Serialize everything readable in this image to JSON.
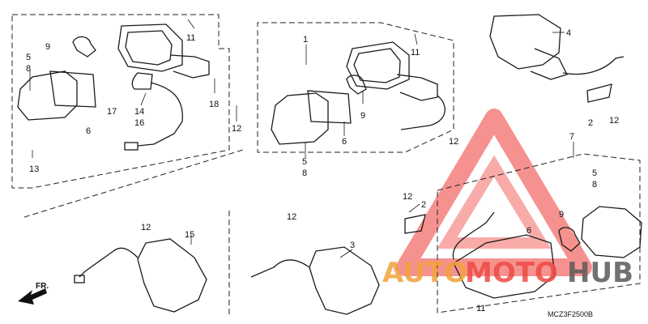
{
  "labels": {
    "p1": "1",
    "p2": "2",
    "p3": "3",
    "p4": "4",
    "p5": "5",
    "p6": "6",
    "p7": "7",
    "p8": "8",
    "p9": "9",
    "p11": "11",
    "p12": "12",
    "p13": "13",
    "p14": "14",
    "p15": "15",
    "p16": "16",
    "p17": "17",
    "p18": "18"
  },
  "direction": "FR.",
  "diagram_code": "MCZ3F2500B",
  "watermark": {
    "auto": "AUTO",
    "moto": "MOTO",
    "hub": "HUB"
  },
  "colors": {
    "line": "#1a1a1a",
    "watermark_red": "#e8322f",
    "watermark_orange": "#f2a23a",
    "watermark_gray": "#5a5a5a"
  }
}
